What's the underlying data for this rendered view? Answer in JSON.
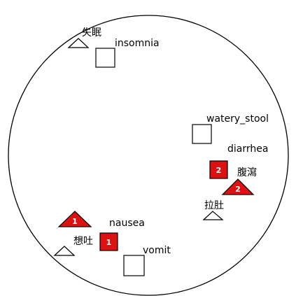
{
  "diagram": {
    "terms": [
      {
        "id": "shimin",
        "label": "失眠",
        "marker": "triangle-outline",
        "badge": ""
      },
      {
        "id": "insomnia",
        "label": "insomnia",
        "marker": "square-outline",
        "badge": ""
      },
      {
        "id": "watery_stool",
        "label": "watery_stool",
        "marker": "square-outline",
        "badge": ""
      },
      {
        "id": "diarrhea",
        "label": "diarrhea",
        "marker": "square-red",
        "badge": "2"
      },
      {
        "id": "fuxie",
        "label": "腹瀉",
        "marker": "triangle-red",
        "badge": "2"
      },
      {
        "id": "ladu",
        "label": "拉肚",
        "marker": "triangle-outline",
        "badge": ""
      },
      {
        "id": "nausea",
        "label": "nausea",
        "marker": "square-red",
        "badge": "1"
      },
      {
        "id": "xiangtu",
        "label": "想吐",
        "marker": "triangle-red",
        "badge": "1"
      },
      {
        "id": "xiangtu_outline",
        "label": "",
        "marker": "triangle-outline",
        "badge": ""
      },
      {
        "id": "vomit",
        "label": "vomit",
        "marker": "square-outline",
        "badge": ""
      }
    ]
  },
  "colors": {
    "highlight": "#dd1111",
    "stroke": "#000000",
    "background": "#ffffff"
  }
}
